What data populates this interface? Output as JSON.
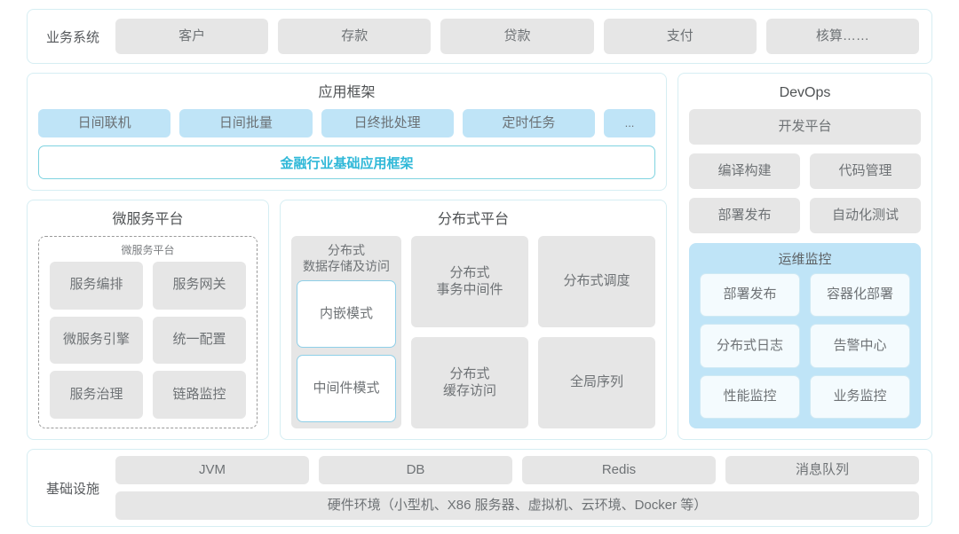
{
  "business": {
    "label": "业务系统",
    "items": [
      "客户",
      "存款",
      "贷款",
      "支付",
      "核算……"
    ]
  },
  "app_framework": {
    "title": "应用框架",
    "chips": [
      "日间联机",
      "日间批量",
      "日终批处理",
      "定时任务",
      "..."
    ],
    "highlight": "金融行业基础应用框架",
    "highlight_color": "#2fb8d8"
  },
  "microservice": {
    "title": "微服务平台",
    "inner_title": "微服务平台",
    "items": [
      "服务编排",
      "服务网关",
      "微服务引擎",
      "统一配置",
      "服务治理",
      "链路监控"
    ]
  },
  "distributed": {
    "title": "分布式平台",
    "left_title": "分布式\n数据存储及访问",
    "left_title_line1": "分布式",
    "left_title_line2": "数据存储及访问",
    "left_modes": [
      "内嵌模式",
      "中间件模式"
    ],
    "right_items": [
      "分布式\n事务中间件",
      "分布式调度",
      "分布式\n缓存访问",
      "全局序列"
    ],
    "right_items_display": [
      {
        "line1": "分布式",
        "line2": "事务中间件"
      },
      {
        "line1": "分布式调度",
        "line2": ""
      },
      {
        "line1": "分布式",
        "line2": "缓存访问"
      },
      {
        "line1": "全局序列",
        "line2": ""
      }
    ]
  },
  "devops": {
    "title": "DevOps",
    "platform": "开发平台",
    "items": [
      "编译构建",
      "代码管理",
      "部署发布",
      "自动化测试"
    ],
    "ops": {
      "title": "运维监控",
      "items": [
        "部署发布",
        "容器化部署",
        "分布式日志",
        "告警中心",
        "性能监控",
        "业务监控"
      ],
      "background": "#bfe4f7"
    }
  },
  "infrastructure": {
    "label": "基础设施",
    "items": [
      "JVM",
      "DB",
      "Redis",
      "消息队列"
    ],
    "hardware": "硬件环境（小型机、X86 服务器、虚拟机、云环境、Docker 等）"
  },
  "theme": {
    "panel_border": "#d6eef3",
    "chip_gray": "#e6e6e6",
    "chip_blue": "#bfe4f7",
    "text_gray": "#6e7275"
  }
}
